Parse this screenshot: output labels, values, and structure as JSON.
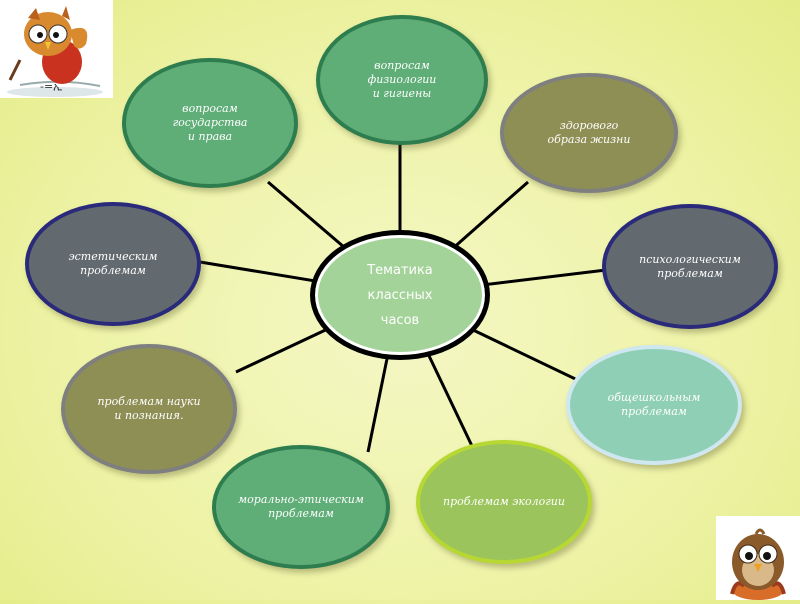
{
  "center": {
    "label": "Тематика\nклассных\nчасов"
  },
  "topics": [
    {
      "id": "physiology",
      "label": "вопросам\nфизиологии\nи гигиены"
    },
    {
      "id": "healthy-life",
      "label": "здорового\nобраза жизни"
    },
    {
      "id": "psychology",
      "label": "психологическим\nпроблемам"
    },
    {
      "id": "school",
      "label": "общешкольным\nпроблемам"
    },
    {
      "id": "ecology",
      "label": "проблемам экологии"
    },
    {
      "id": "moral",
      "label": "морально-этическим\nпроблемам"
    },
    {
      "id": "science",
      "label": "проблемам науки\nи познания."
    },
    {
      "id": "aesthetic",
      "label": "эстетическим\nпроблемам"
    },
    {
      "id": "state-law",
      "label": "вопросам\nгосударства\nи права"
    }
  ],
  "colors": {
    "center_fill": "#a4d39a",
    "center_border": "#000000",
    "connector": "#000000",
    "bubble_green_fill": "#5fae77",
    "bubble_green_border": "#2e7d4f",
    "bubble_olive_fill": "#8e8f55",
    "bubble_gray_border": "#7f7f7f",
    "bubble_navy_fill": "#636a6f",
    "bubble_navy_border": "#2a2a7a",
    "bubble_lightblue_fill": "#8fcfb6",
    "bubble_lightblue_border": "#cfe7ef",
    "bubble_lime_fill": "#9bc55c",
    "bubble_lime_border": "#b7d832"
  },
  "decorations": {
    "top_left": "owl-character-writing",
    "bottom_right": "bird-character"
  }
}
